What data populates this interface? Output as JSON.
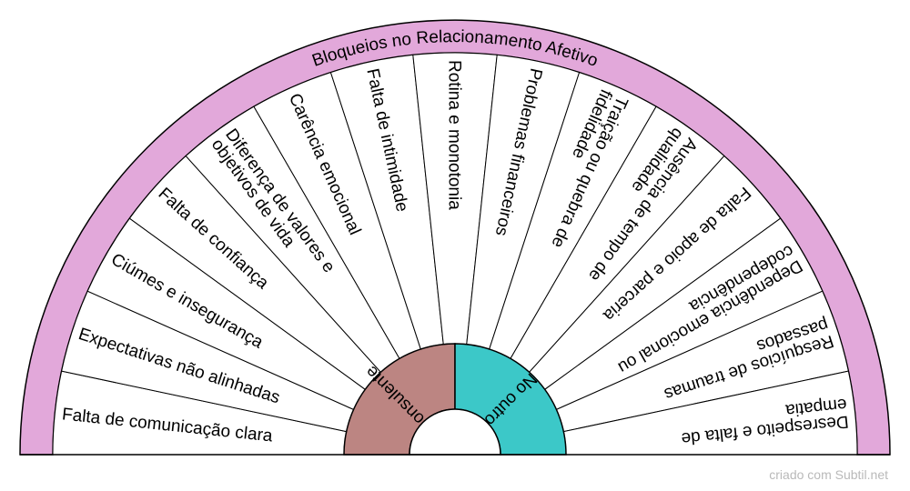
{
  "title": "Bloqueios no Relacionamento Afetivo",
  "ring_color": "#e2a8da",
  "stroke_color": "#000000",
  "hub": [
    {
      "label": "Consulente",
      "color": "#bc8582"
    },
    {
      "label": "No outro",
      "color": "#3cc8c8"
    }
  ],
  "sectors": [
    {
      "lines": [
        "Falta de comunicação clara"
      ]
    },
    {
      "lines": [
        "Expectativas não alinhadas"
      ]
    },
    {
      "lines": [
        "Ciúmes e insegurança"
      ]
    },
    {
      "lines": [
        "Falta de confiança"
      ]
    },
    {
      "lines": [
        "Diferença de valores e",
        "objetivos de vida"
      ]
    },
    {
      "lines": [
        "Carência emocional"
      ]
    },
    {
      "lines": [
        "Falta de intimidade"
      ]
    },
    {
      "lines": [
        "Rotina e monotonia"
      ]
    },
    {
      "lines": [
        "Problemas financeiros"
      ]
    },
    {
      "lines": [
        "Traição ou quebra de",
        "fidelidade"
      ]
    },
    {
      "lines": [
        "Ausência de tempo de",
        "qualidade"
      ]
    },
    {
      "lines": [
        "Falta de apoio e parceria"
      ]
    },
    {
      "lines": [
        "Dependência emocional ou",
        "codependência"
      ]
    },
    {
      "lines": [
        "Resquícios de traumas",
        "passados"
      ]
    },
    {
      "lines": [
        "Desrespeito e falta de",
        "empatia"
      ]
    }
  ],
  "credit": "criado com Subtil.net"
}
